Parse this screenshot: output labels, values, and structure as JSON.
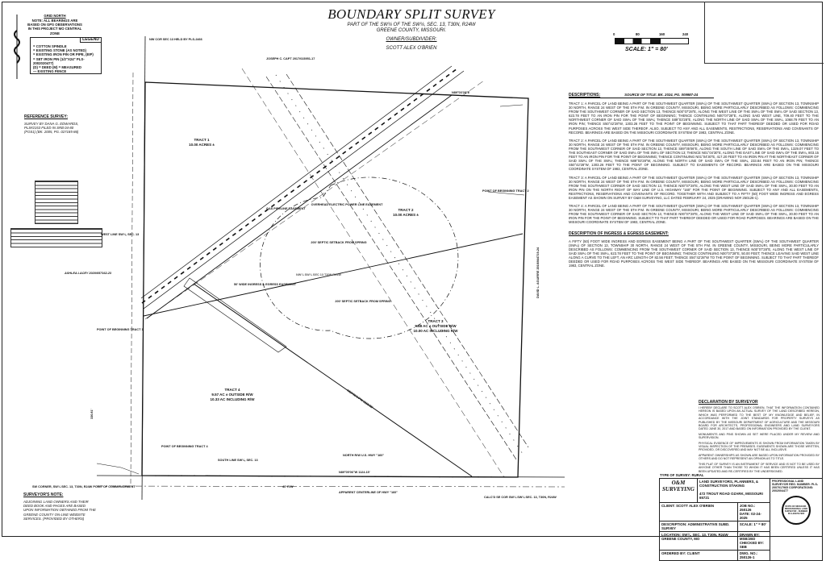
{
  "header": {
    "title": "BOUNDARY SPLIT SURVEY",
    "subtitle_1": "PART OF THE SW¼ OF THE SW¼, SEC. 13, T30N, R24W",
    "subtitle_2": "GREENE COUNTY, MISSOURI.",
    "owner_label": "OWNER/SUBDIVIDER:",
    "owner_name": "SCOTT ALEX O'BRIEN"
  },
  "north": {
    "title": "GRID NORTH",
    "note": "NOTE: ALL BEARINGS ARE BASED ON GPS OBSERVATIONS IN THIS PROJECT MO CENTRAL ZONE"
  },
  "legend": {
    "title": "LEGEND",
    "items": [
      "= COTTON SPINDLE",
      "= EXISTING STONE (AS NOTED)",
      "= EXISTING IRON PIN OR PIPE, (EIP)",
      "= SET IRON PIN (1/2\"x24\" PLS-2002020477)",
      "(D) = DEED   (M) = MEASURED",
      "— EXISTING FENCE"
    ]
  },
  "scale": {
    "ticks": [
      "0",
      "80",
      "160",
      "240"
    ],
    "label": "SCALE: 1\" = 80'"
  },
  "reference_survey": {
    "heading": "REFERENCE SURVEY:",
    "text": "SURVEY BY DANA G. EDWARDS, PLS#2153 FILED IN SRB 04-80 (FOS1) (BK. 2005, PG. 027185-86)"
  },
  "surveyor_note": {
    "heading": "SURVEYOR'S NOTE:",
    "text": "ADJOINING LAND OWNERS AND THEIR DEED BOOK AND PAGES ARE BASED UPON INFORMATION OBTAINED FROM THE GREENE COUNTY ON-LINE WEBSITE SERVICES. (PROVIDED BY OTHERS)"
  },
  "plat": {
    "tracts": [
      {
        "name": "TRACT 1",
        "area": "10.00 Acres ±"
      },
      {
        "name": "TRACT 2",
        "area": "10.00 Acres ±"
      },
      {
        "name": "TRACT 3",
        "area": "9.88 Ac ± OUTSIDE R/W",
        "area2": "10.00 Ac INCLUDING R/W"
      },
      {
        "name": "TRACT 4",
        "area": "9.57 Ac ± OUTSIDE R/W",
        "area2": "10.33 Ac INCLUDING R/W"
      }
    ],
    "labels": {
      "gas_easement": "GAS PIPELINE EASEMENT",
      "power_easement": "OVERHEAD ELECTRIC POWER LINE EASEMENT",
      "septic_1": "200' SEPTIC SETBACK FROM SPRING",
      "septic_2": "200' SEPTIC SETBACK FROM SPRING",
      "sec_label": "NW¼ SW¼ SEC 13 T30N R24W",
      "ingress": "50' WIDE INGRESS & EGRESS EASEMENT",
      "west_line": "WEST LINE SW¼, SEC. 13",
      "south_line": "SOUTH LINE SW¼, SEC. 13",
      "north_rw": "NORTH R/W U.S. HWY \"160\"",
      "pob_1": "POINT OF BEGINNING TRACT 1",
      "pob_2": "POINT OF BEGINNING TRACT 2",
      "pob_4": "POINT OF BEGINNING TRACT 4",
      "sw_corner": "SW CORNER, SW¼ SEC. 13, T30N, R24W POINT OF COMMENCEMENT",
      "se_corner": "CALC'D SE COR SW¼ SW¼ SEC. 13, T30N, R24W",
      "nw_corner": "NW COR SEC 13 HELD BY PLS-2466",
      "bearing_bottom": "N89°05'06\"W 1124.15'",
      "bearing_diag": "N50°06'14\"W 1115.55'",
      "bearing_top": "N89°03'28\"E",
      "dim_left": "330.81'",
      "adjoiner_top": "JOSEPH C. CAPT 2017/023951-17",
      "adjoiner_left": "ASHLEA LACEY 2020/057162-23",
      "adjoiner_right": "DAVID L. AGUIRRE 2018/044719-24",
      "hwy": "APPARENT CENTERLINE OF HWY \"160\"",
      "row_40": "40' R/W"
    }
  },
  "descriptions": {
    "heading": "DESCRIPTIONS:",
    "source": "SOURCE OF TITLE: BK. 2024, PG. 009987-24",
    "tracts": [
      "TRACT 1: A PARCEL OF LAND BEING A PART OF THE SOUTHWEST QUARTER (SW¼) OF THE SOUTHWEST QUARTER (SW¼) OF SECTION 13, TOWNSHIP 30 NORTH, RANGE 24 WEST OF THE 5TH P.M. IN GREENE COUNTY, MISSOURI, BEING MORE PARTICULARLY DESCRIBED AS FOLLOWS: COMMENCING FROM THE SOUTHWEST CORNER OF SAID SECTION 13, THENCE N00°07'28\"E, ALONG THE WEST LINE OF THE SW¼ OF THE SW¼ OF SAID SECTION 13, 623.78 FEET TO AN IRON PIN FOR THE POINT OF BEGINNING; THENCE CONTINUING N00°07'28\"E, ALONG SAID WEST LINE, 709.40 FEET TO THE NORTHWEST CORNER OF SAID SW¼ OF THE SW¼; THENCE S89°03'28\"E, ALONG THE NORTH LINE OF SAID SW¼ OF THE SW¼, 1068.79 FEET TO AN IRON PIN; THENCE S50°42'28\"W, 1303.26 FEET TO THE POINT OF BEGINNING. SUBJECT TO THAT PART THEREOF DEEDED OR USED FOR ROAD PURPOSES ACROSS THE WEST SIDE THEREOF. ALSO, SUBJECT TO ANY AND ALL EASEMENTS, RESTRICTIONS, RESERVATIONS AND COVENANTS OF RECORD. BEARINGS ARE BASED ON THE MISSOURI COORDINATE SYSTEM OF 1983, CENTRAL ZONE.",
      "TRACT 2: A PARCEL OF LAND BEING A PART OF THE SOUTHWEST QUARTER (SW¼) OF THE SOUTHWEST QUARTER (SW¼) OF SECTION 13, TOWNSHIP 30 NORTH, RANGE 24 WEST OF THE 5TH P.M. IN GREENE COUNTY, MISSOURI, BEING MORE PARTICULARLY DESCRIBED AS FOLLOWS: COMMENCING FROM THE SOUTHWEST CORNER OF SAID SECTION 13, THENCE S89°05'06\"E, ALONG THE SOUTH LINE OF SAID SW¼ OF THE SW¼, 1329.07 FEET TO THE SOUTHEAST CORNER OF SAID SW¼ OF THE SW¼ OF SECTION 13; THENCE N01°04'30\"E, ALONG THE EAST LINE OF SAID SW¼ OF THE SW¼, 803.15 FEET TO AN IRON PIN FOR THE POINT OF BEGINNING; THENCE CONTINUING N01°04'30\"E, 417.20 FEET TO AN IRON PIN AT THE NORTHEAST CORNER OF SAID SW¼ OF THE SW¼; THENCE N89°03'28\"W, ALONG THE NORTH LINE OF SAID SW¼ OF THE SW¼, 233.84 FEET TO AN IRON PIN; THENCE S50°42'28\"W, 1303.26 FEET TO THE POINT OF BEGINNING. SUBJECT TO EASEMENTS OF RECORD. BEARINGS ARE BASED ON THE MISSOURI COORDINATE SYSTEM OF 1983, CENTRAL ZONE.",
      "TRACT 3: A PARCEL OF LAND BEING A PART OF THE SOUTHWEST QUARTER (SW¼) OF THE SOUTHWEST QUARTER (SW¼) OF SECTION 13, TOWNSHIP 30 NORTH, RANGE 24 WEST OF THE 5TH P.M. IN GREENE COUNTY, MISSOURI, BEING MORE PARTICULARLY DESCRIBED AS FOLLOWS: COMMENCING FROM THE SOUTHWEST CORNER OF SAID SECTION 13, THENCE N00°07'28\"E, ALONG THE WEST LINE OF SAID SW¼ OF THE SW¼, 30.00 FEET TO AN IRON PIN ON THE NORTH RIGHT OF WAY LINE OF U.S. HIGHWAY \"160\" FOR THE POINT OF BEGINNING. SUBJECT TO ANY AND ALL EASEMENTS, RESTRICTIONS, RESERVATIONS AND COVENANTS OF RECORD. TOGETHER WITH AND SUBJECT TO A FIFTY (50) FOOT WIDE INGRESS AND EGRESS EASEMENT AS SHOWN ON SURVEY BY O&M SURVEYING, LLC DATED FEBRUARY 24, 2025 (DRAWING NO# 250126-1).",
      "TRACT 4: A PARCEL OF LAND BEING A PART OF THE SOUTHWEST QUARTER (SW¼) OF THE SOUTHWEST QUARTER (SW¼) OF SECTION 13, TOWNSHIP 30 NORTH, RANGE 24 WEST OF THE 5TH P.M. IN GREENE COUNTY, MISSOURI, BEING MORE PARTICULARLY DESCRIBED AS FOLLOWS: COMMENCING FROM THE SOUTHWEST CORNER OF SAID SECTION 13, THENCE N00°07'28\"E, ALONG THE WEST LINE OF SAID SW¼ OF THE SW¼, 30.00 FEET TO AN IRON PIN FOR THE POINT OF BEGINNING. SUBJECT TO THAT PART THEREOF DEEDED OR USED FOR ROAD PURPOSES. BEARINGS ARE BASED ON THE MISSOURI COORDINATE SYSTEM OF 1983, CENTRAL ZONE."
    ],
    "easement_heading": "DESCRIPTION OF INGRESS & EGRESS EASEMENT:",
    "easement": "A FIFTY (50) FOOT WIDE INGRESS AND EGRESS EASEMENT BEING A PART OF THE SOUTHWEST QUARTER (SW¼) OF THE SOUTHWEST QUARTER (SW¼) OF SECTION 13, TOWNSHIP 30 NORTH, RANGE 24 WEST OF THE 5TH P.M. IN GREENE COUNTY, MISSOURI, BEING MORE PARTICULARLY DESCRIBED AS FOLLOWS: COMMENCING FROM THE SOUTHWEST CORNER OF SAID SECTION 13, THENCE N00°07'28\"E, ALONG THE WEST LINE OF SAID SW¼ OF THE SW¼, 623.78 FEET TO THE POINT OF BEGINNING; THENCE CONTINUING N00°07'28\"E, 50.00 FEET; THENCE LEAVING SAID WEST LINE ALONG A CURVE TO THE LEFT, AN ARC LENGTH OF 82.56 FEET; THENCE S50°42'28\"W TO THE POINT OF BEGINNING. SUBJECT TO THAT PART THEREOF DEEDED OR USED FOR ROAD PURPOSES ACROSS THE WEST SIDE THEREOF. BEARINGS ARE BASED ON THE MISSOURI COORDINATE SYSTEM OF 1983, CENTRAL ZONE."
  },
  "declaration": {
    "heading": "DECLARATION BY SURVEYOR",
    "paragraphs": [
      "I HEREBY DECLARE TO SCOTT ALEX O'BRIEN, THAT THE INFORMATION CONTAINED HEREON IS BASED UPON AN ACTUAL SURVEY OF THE LAND DESCRIBED HEREON, WHICH WAS PERFORMED TO THE BEST OF MY KNOWLEDGE AND BELIEF, IN ACCORDANCE WITH THE JOINT STANDARDS FOR PROPERTY SURVEYS AS PUBLISHED BY THE MISSOURI DEPARTMENT OF AGRICULTURE AND THE MISSOURI BOARD FOR ARCHITECTS, PROFESSIONAL ENGINEERS AND LAND SURVEYORS DATED JUNE 30, 2017 AND BASED ON INFORMATION PROVIDED BY THE CLIENT.",
      "MONUMENTS AND PINS SHOWN AS SET WERE PLACED UNDER MY REVIEW AND SUPERVISION.",
      "PHYSICAL EVIDENCE OF IMPROVEMENTS IS SHOWN FROM INFORMATION TAKEN BY VISUAL INSPECTION OF THE PREMISES. EASEMENTS SHOWN ARE THOSE WRITTEN, PROVIDED, OR DISCOVERED AND MAY NOT BE ALL INCLUSIVE.",
      "APPARENT OWNERSHIPS AS SHOWN ARE BASED UPON INFORMATION PROVIDED BY OTHERS AND DO NOT REPRESENT AN OPINION AS TO TITLE.",
      "THIS PLAT OF SURVEY IS AN INSTRUMENT OF SERVICE AND IS NOT TO BE USED BY ANYONE OTHER THAN THOSE TO WHOM IT HAS BEEN CERTIFIED UNLESS IT HAS BEEN UPDATED AND RE-CERTIFIED BY THE UNDERSIGNED."
    ],
    "survey_type": "TYPE OF SURVEY: RURAL"
  },
  "title_block": {
    "logo": "O&M SURVEYING",
    "services": "LAND SURVEYORS, PLANNERS, & CONSTRUCTION STAKING",
    "address": "472 TROUT ROAD OZARK, MISSOURI 65721",
    "license": "PROFESSIONAL LAND SURVEYOR REG. NUMBER: PLS-2007017965 CORPORATIONS: 2002004477",
    "client_label": "CLIENT:",
    "client": "SCOTT ALEX O'BRIEN",
    "description_label": "DESCRIPTION:",
    "description": "ADMINISTRATIVE SUBD. SURVEY",
    "location_label": "LOCATION:",
    "location": "SW¼, SEC. 13, T30N, R24W GREENE COUNTY, MO",
    "ordered_label": "ORDERED BY:",
    "ordered": "CLIENT",
    "job_label": "JOB NO.:",
    "job": "250126",
    "date_label": "DATE:",
    "date": "02-24-2025",
    "scale_label": "SCALE:",
    "scale": "1\" = 80'",
    "drawn": "DRAWN BY: MSB/JED",
    "checked": "CHECKED BY: SEB",
    "dwg_label": "DWG. NO.:",
    "dwg": "250126-1",
    "seal": "STATE OF MISSOURI · PROFESSIONAL LAND SURVEYOR · NUMBER PLS-2007017965"
  },
  "colors": {
    "ink": "#111111",
    "paper": "#ffffff"
  }
}
